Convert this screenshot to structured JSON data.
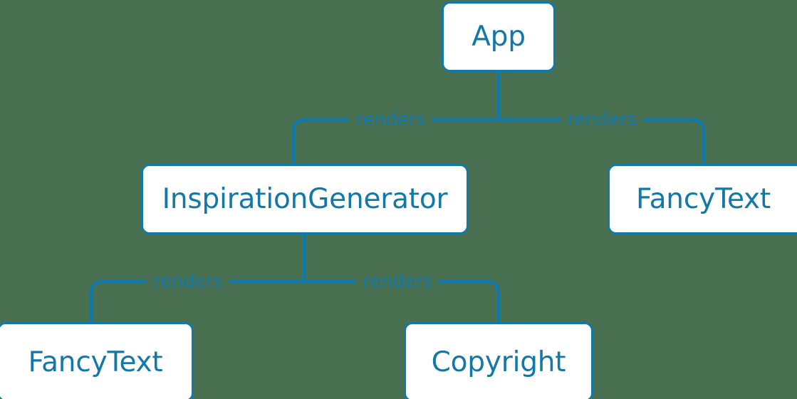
{
  "diagram": {
    "type": "component-tree",
    "background_color": "#4a7052",
    "accent_color": "#1278a8",
    "node_fill_color": "#ffffff",
    "nodes": [
      {
        "id": "app",
        "label": "App"
      },
      {
        "id": "inspirationgenerator",
        "label": "InspirationGenerator"
      },
      {
        "id": "fancytext-right",
        "label": "FancyText"
      },
      {
        "id": "fancytext-bottom",
        "label": "FancyText"
      },
      {
        "id": "copyright",
        "label": "Copyright"
      }
    ],
    "edges": [
      {
        "from": "app",
        "to": "inspirationgenerator",
        "label": "renders"
      },
      {
        "from": "app",
        "to": "fancytext-right",
        "label": "renders"
      },
      {
        "from": "inspirationgenerator",
        "to": "fancytext-bottom",
        "label": "renders"
      },
      {
        "from": "inspirationgenerator",
        "to": "copyright",
        "label": "renders"
      }
    ]
  }
}
